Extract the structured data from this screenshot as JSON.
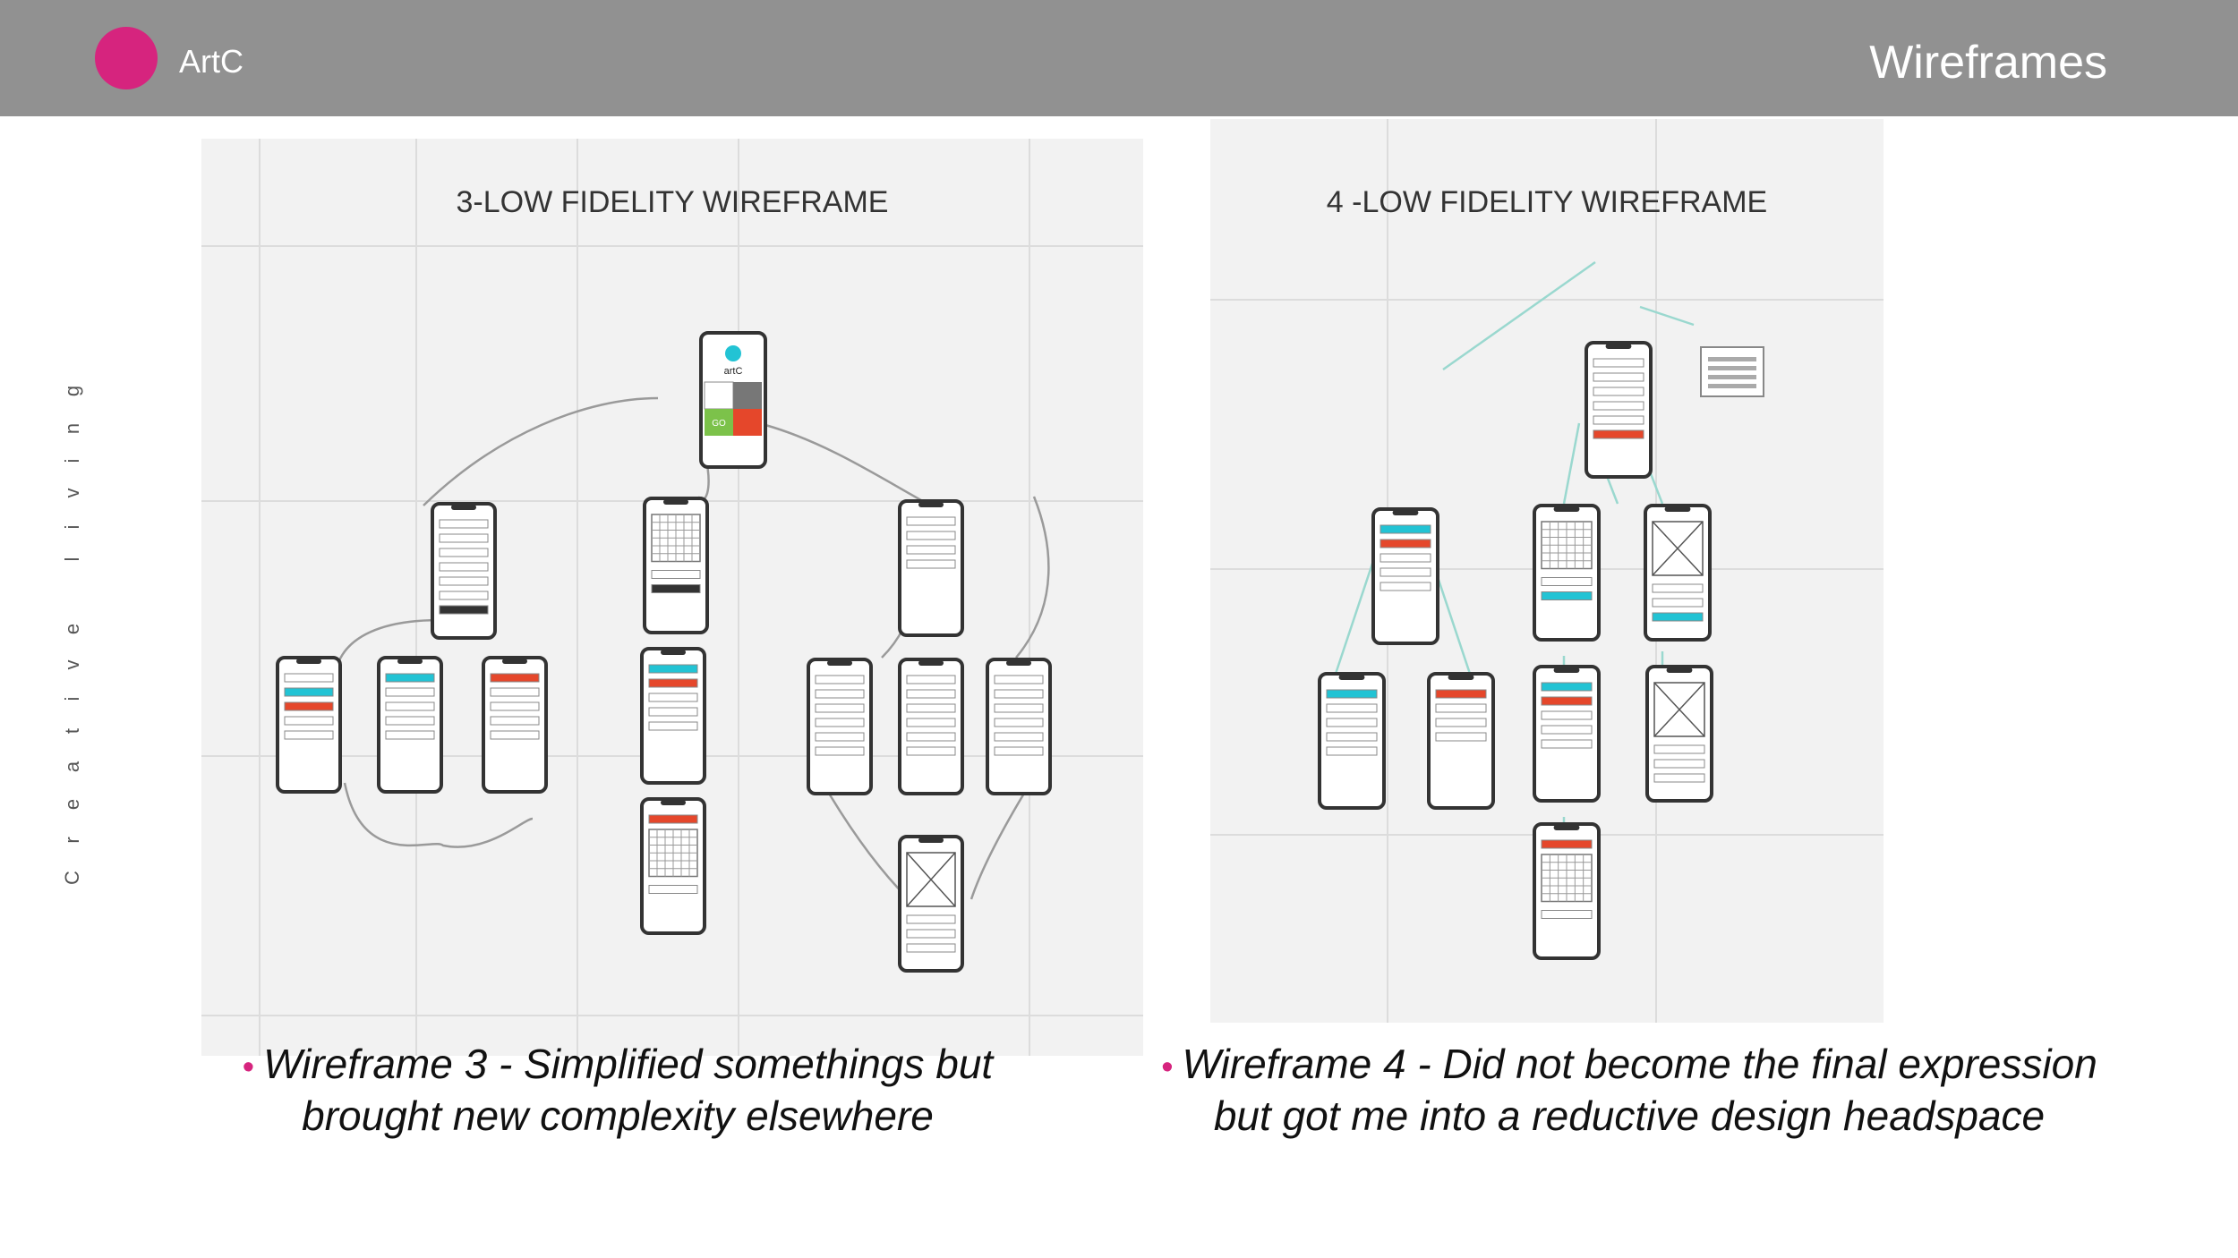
{
  "header": {
    "brand": "ArtC",
    "title": "Wireframes"
  },
  "sidebar_text": [
    "C",
    "r",
    "e",
    "a",
    "t",
    "i",
    "v",
    "e",
    "l",
    "i",
    "v",
    "i",
    "n",
    "g"
  ],
  "panels": [
    {
      "title": "3-LOW FIDELITY WIREFRAME",
      "home_labels": [
        "artC",
        "GO"
      ]
    },
    {
      "title": "4 -LOW FIDELITY WIREFRAME"
    }
  ],
  "captions": [
    {
      "line1": "Wireframe 3 - Simplified somethings but",
      "line2": "brought new complexity elsewhere"
    },
    {
      "line1": "Wireframe 4 - Did not become the final expression",
      "line2": "but got me into a reductive design headspace"
    }
  ],
  "colors": {
    "accent": "#d6247e",
    "topbar": "#919191",
    "panel": "#f2f2f2",
    "cyan": "#22c3d4",
    "red": "#e5472b",
    "green": "#7cc24a"
  }
}
